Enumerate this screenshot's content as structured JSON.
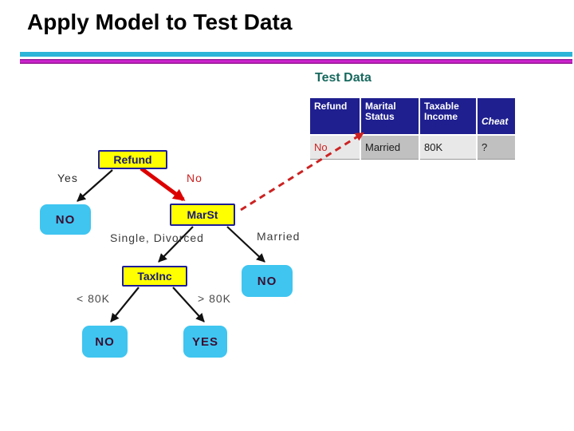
{
  "slide": {
    "title": "Apply Model to Test Data",
    "section_label": "Test Data"
  },
  "test_table": {
    "headers": [
      {
        "line1": "Refund",
        "line2": ""
      },
      {
        "line1": "Marital",
        "line2": "Status"
      },
      {
        "line1": "Taxable",
        "line2": "Income"
      },
      {
        "line1": "Cheat",
        "line2": ""
      }
    ],
    "row": {
      "refund": "No",
      "marital_status": "Married",
      "taxable_income": "80K",
      "cheat": "?"
    }
  },
  "decision_tree": {
    "nodes": {
      "root": "Refund",
      "marst": "MarSt",
      "taxinc": "TaxInc",
      "leaf_refund_yes": "NO",
      "leaf_marst_married": "NO",
      "leaf_taxinc_low": "NO",
      "leaf_taxinc_high": "YES"
    },
    "edge_labels": {
      "refund_yes": "Yes",
      "refund_no": "No",
      "marst_left": "Single, Divorced",
      "marst_right": "Married",
      "taxinc_left": "< 80K",
      "taxinc_right": "> 80K"
    }
  },
  "colors": {
    "decision_node_fill": "#ffff00",
    "decision_node_border": "#1e1e96",
    "leaf_node_fill": "#3fc5f0",
    "leaf_node_text": "#3c0e31",
    "table_header_bg": "#1f1f8f",
    "highlight_red": "#dd0000",
    "row_value_red": "#cc2222",
    "rule_teal": "#2cb5d8",
    "rule_magenta": "#cc22cc",
    "section_label_teal": "#17695e"
  }
}
